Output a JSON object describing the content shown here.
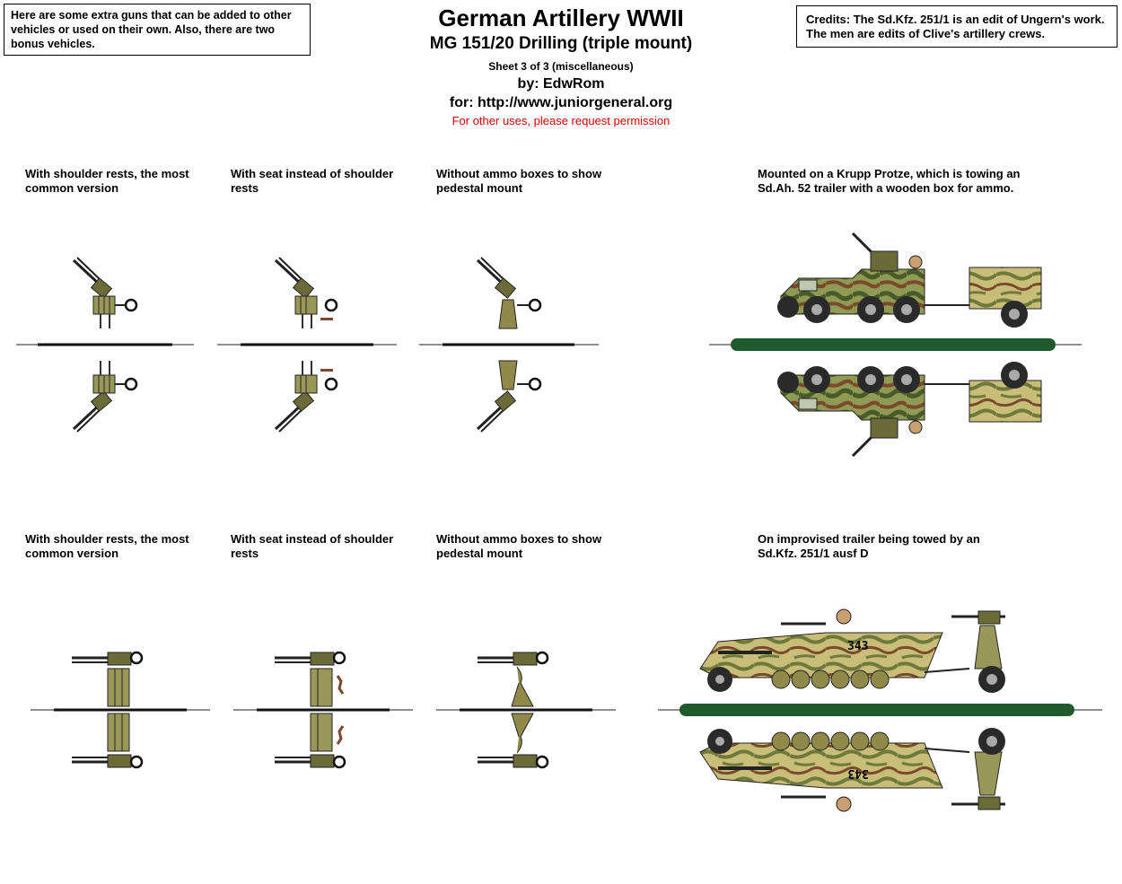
{
  "header": {
    "note_left": "Here are some extra guns that can be added to other vehicles or used on their own. Also, there are two bonus vehicles.",
    "credits_line1": "Credits: The Sd.Kfz. 251/1 is an edit of Ungern's work.",
    "credits_line2": "The men are edits of Clive's artillery crews.",
    "title": "German Artillery WWII",
    "subtitle": "MG 151/20 Drilling (triple mount)",
    "sheet": "Sheet 3 of 3 (miscellaneous)",
    "author": "by: EdwRom",
    "for_url": "for: http://www.juniorgeneral.org",
    "permission": "For other uses, please request permission"
  },
  "captions": {
    "row1": [
      "With shoulder rests, the most common version",
      "With seat instead of shoulder rests",
      "Without ammo boxes to show pedestal mount",
      "Mounted on a Krupp Protze, which is towing an Sd.Ah. 52 trailer with a wooden box for ammo."
    ],
    "row2": [
      "With shoulder rests, the most common version",
      "With seat instead of shoulder rests",
      "Without ammo boxes to show pedestal mount",
      "On improvised trailer being towed by an Sd.Kfz. 251/1 ausf D"
    ]
  },
  "markings": {
    "vehicle_number": "343"
  },
  "colors": {
    "olive": "#8f8a4a",
    "olive_dark": "#5f5a2a",
    "sand": "#c9bd7a",
    "green_base": "#1f5a2c",
    "brown": "#7a4a2a",
    "tire": "#2a2a2a",
    "red_text": "#e00000"
  }
}
